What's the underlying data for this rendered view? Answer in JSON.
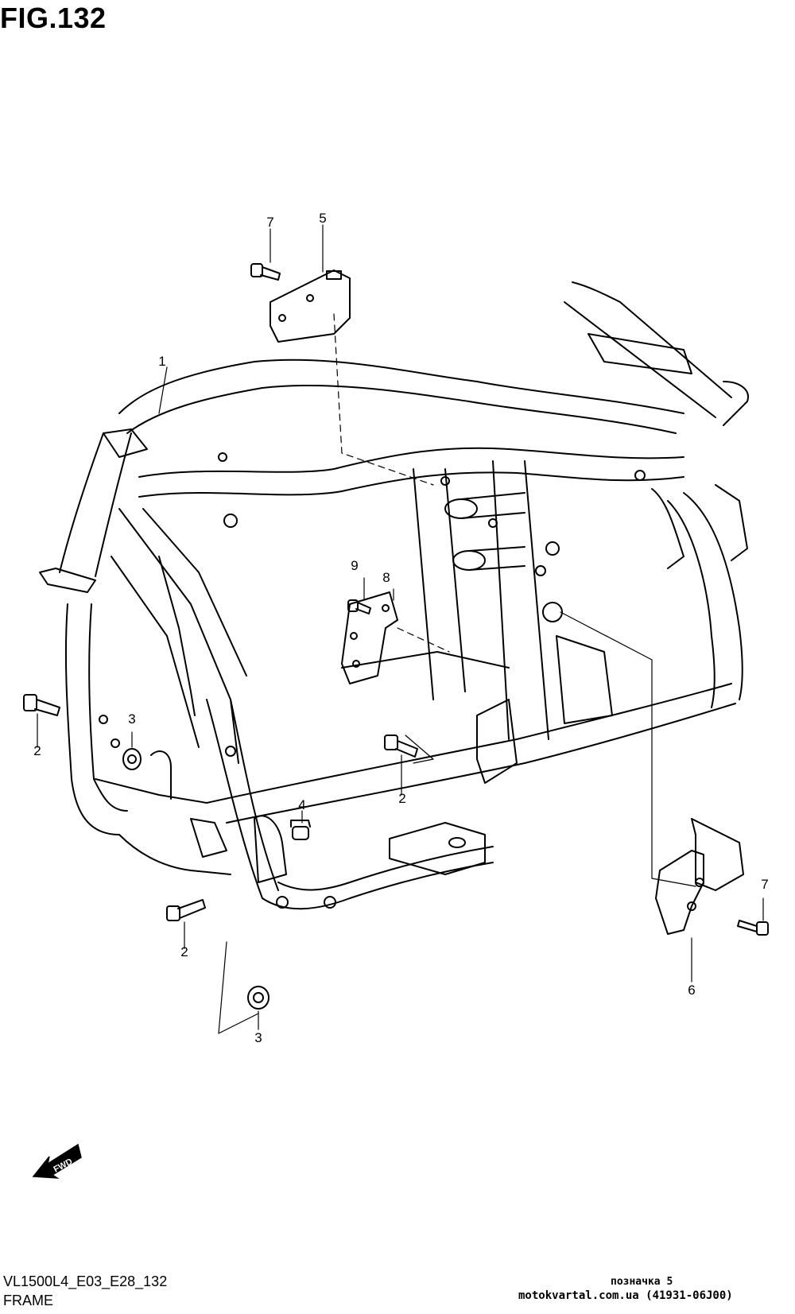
{
  "figure": {
    "title": "FIG.132"
  },
  "callouts": {
    "c1": "1",
    "c2a": "2",
    "c2b": "2",
    "c2c": "2",
    "c3a": "3",
    "c3b": "3",
    "c4": "4",
    "c5": "5",
    "c6": "6",
    "c7a": "7",
    "c7b": "7",
    "c8": "8",
    "c9": "9"
  },
  "fwd_arrow": {
    "label": "FWD"
  },
  "footer": {
    "code": "VL1500L4_E03_E28_132",
    "name": "FRAME"
  },
  "watermark": {
    "line1": "позначка 5",
    "line2": "motokvartal.com.ua (41931-06J00)"
  }
}
